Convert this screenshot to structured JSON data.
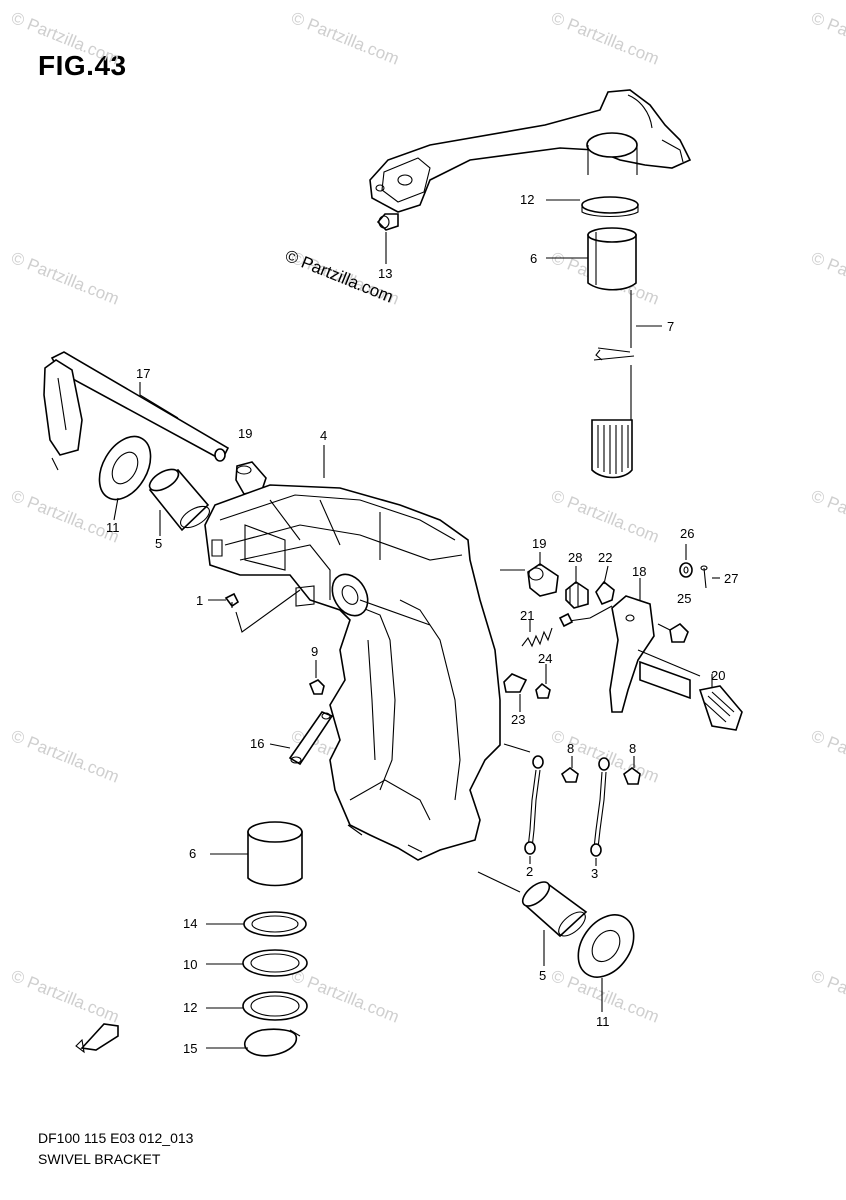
{
  "figure": {
    "title": "FIG.43",
    "diagram_code": "DF100 115 E03 012_013",
    "section_name": "SWIVEL BRACKET"
  },
  "watermark": {
    "text": "© Partzilla.com",
    "color": "#cfcfcf"
  },
  "callouts": [
    {
      "id": "c12a",
      "label": "12"
    },
    {
      "id": "c6a",
      "label": "6"
    },
    {
      "id": "c13",
      "label": "13"
    },
    {
      "id": "c7",
      "label": "7"
    },
    {
      "id": "c17",
      "label": "17"
    },
    {
      "id": "c19a",
      "label": "19"
    },
    {
      "id": "c4",
      "label": "4"
    },
    {
      "id": "c11a",
      "label": "11"
    },
    {
      "id": "c5a",
      "label": "5"
    },
    {
      "id": "c1",
      "label": "1"
    },
    {
      "id": "c19b",
      "label": "19"
    },
    {
      "id": "c28",
      "label": "28"
    },
    {
      "id": "c22",
      "label": "22"
    },
    {
      "id": "c26",
      "label": "26"
    },
    {
      "id": "c18",
      "label": "18"
    },
    {
      "id": "c27",
      "label": "27"
    },
    {
      "id": "c25",
      "label": "25"
    },
    {
      "id": "c21",
      "label": "21"
    },
    {
      "id": "c9",
      "label": "9"
    },
    {
      "id": "c24",
      "label": "24"
    },
    {
      "id": "c20",
      "label": "20"
    },
    {
      "id": "c23",
      "label": "23"
    },
    {
      "id": "c16",
      "label": "16"
    },
    {
      "id": "c8a",
      "label": "8"
    },
    {
      "id": "c8b",
      "label": "8"
    },
    {
      "id": "c2",
      "label": "2"
    },
    {
      "id": "c3",
      "label": "3"
    },
    {
      "id": "c6b",
      "label": "6"
    },
    {
      "id": "c14",
      "label": "14"
    },
    {
      "id": "c10",
      "label": "10"
    },
    {
      "id": "c12b",
      "label": "12"
    },
    {
      "id": "c15",
      "label": "15"
    },
    {
      "id": "c5b",
      "label": "5"
    },
    {
      "id": "c11b",
      "label": "11"
    }
  ]
}
